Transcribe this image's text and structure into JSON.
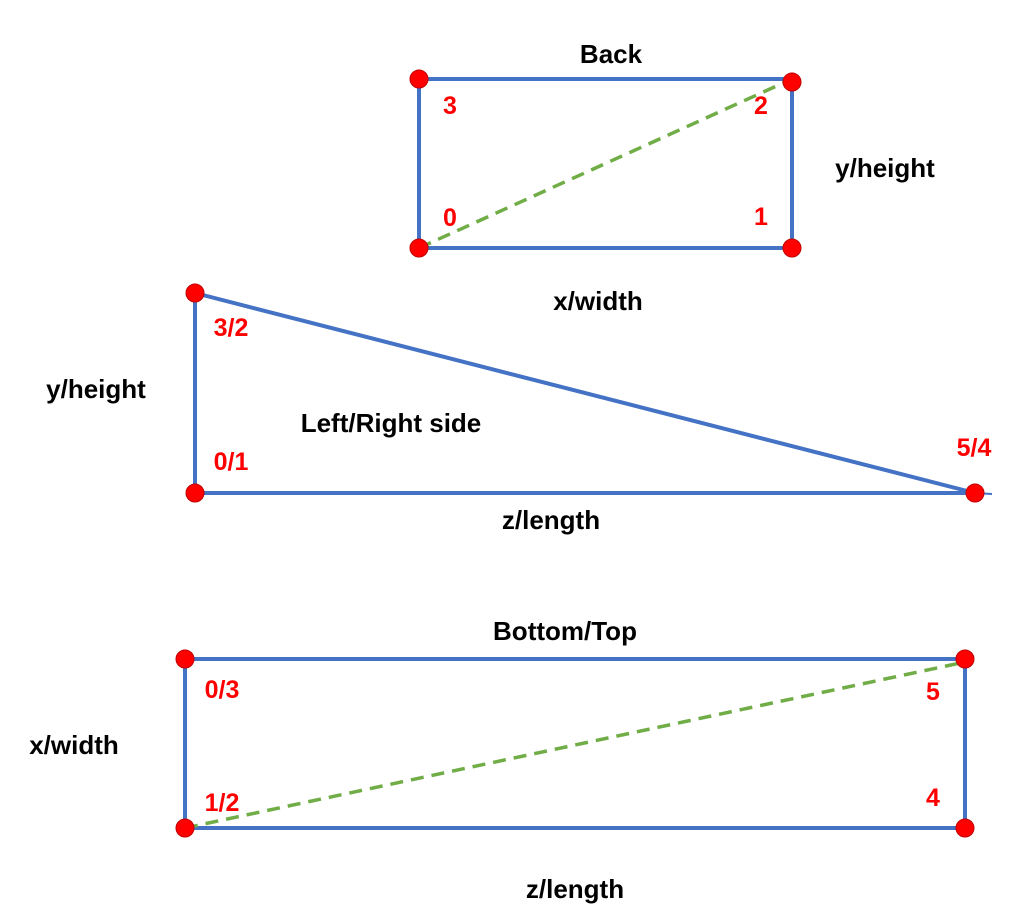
{
  "colors": {
    "edge": "#4472c4",
    "diagonal": "#70ad47",
    "vertex": "#ff0000",
    "vertex_label": "#ff0000",
    "text": "#000000"
  },
  "back": {
    "title": "Back",
    "height_label": "y/height",
    "width_label": "x/width",
    "vertices": {
      "v0": "0",
      "v1": "1",
      "v2": "2",
      "v3": "3"
    }
  },
  "side": {
    "title": "Left/Right side",
    "height_label": "y/height",
    "length_label": "z/length",
    "vertices": {
      "v01": "0/1",
      "v32": "3/2",
      "v54": "5/4"
    }
  },
  "bottom": {
    "title": "Bottom/Top",
    "width_label": "x/width",
    "length_label": "z/length",
    "vertices": {
      "v03": "0/3",
      "v12": "1/2",
      "v5": "5",
      "v4": "4"
    }
  }
}
